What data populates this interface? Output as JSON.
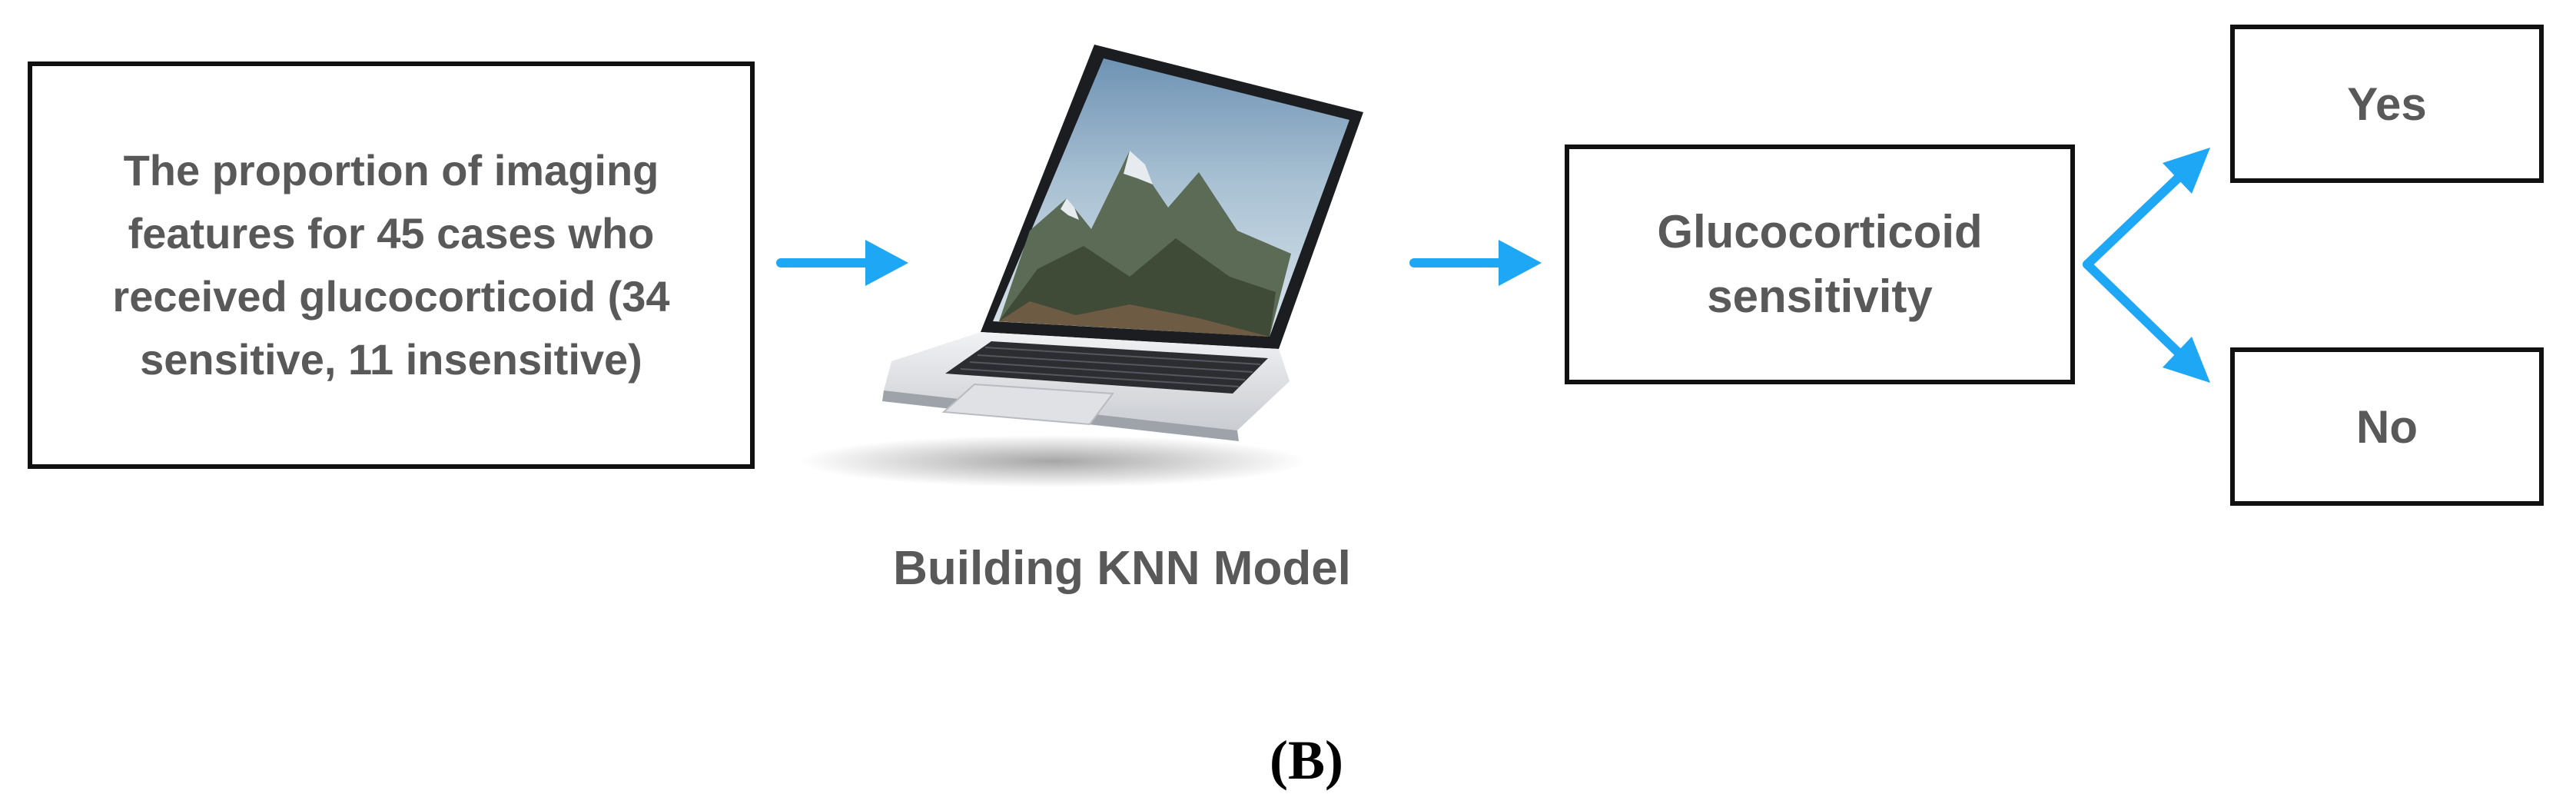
{
  "diagram": {
    "input_box": {
      "lines": [
        "The proportion of imaging",
        "features for 45 cases who",
        "received glucocorticoid (34",
        "sensitive, 11 insensitive)"
      ]
    },
    "model": {
      "caption": "Building KNN Model",
      "image": "laptop-icon"
    },
    "output_box": {
      "lines": [
        "Glucocorticoid",
        "sensitivity"
      ]
    },
    "outcomes": {
      "yes": "Yes",
      "no": "No"
    },
    "panel_label": "(B)"
  },
  "colors": {
    "arrow": "#1ea7f5",
    "box_border": "#111111",
    "box_text": "#595959"
  }
}
